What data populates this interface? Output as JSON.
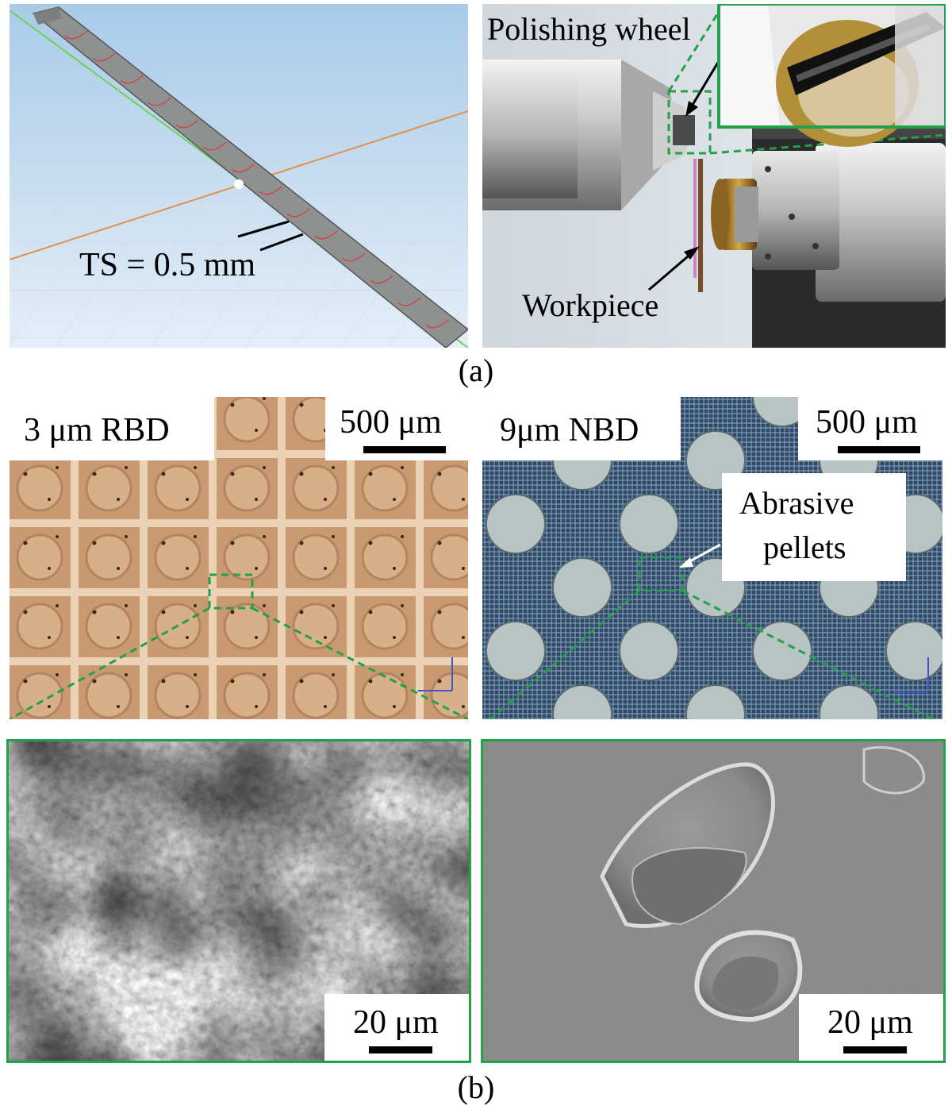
{
  "panel_a": {
    "ts_label": "TS = 0.5 mm",
    "polishing_wheel_label": "Polishing wheel",
    "workpiece_label": "Workpiece",
    "caption": "(a)"
  },
  "panel_b": {
    "rbd": {
      "label": "3 μm RBD",
      "scale_top": "500 μm",
      "scale_bottom": "20 μm"
    },
    "nbd": {
      "label": "9μm NBD",
      "scale_top": "500 μm",
      "scale_bottom": "20 μm",
      "pellets_label_line1": "Abrasive",
      "pellets_label_line2": "pellets"
    },
    "caption": "(b)"
  },
  "colors": {
    "highlight_green": "#22a04a",
    "rbd_tan": "#c99a72",
    "nbd_blue": "#2e4a6a",
    "pellet_grey": "#b8c4c4"
  }
}
